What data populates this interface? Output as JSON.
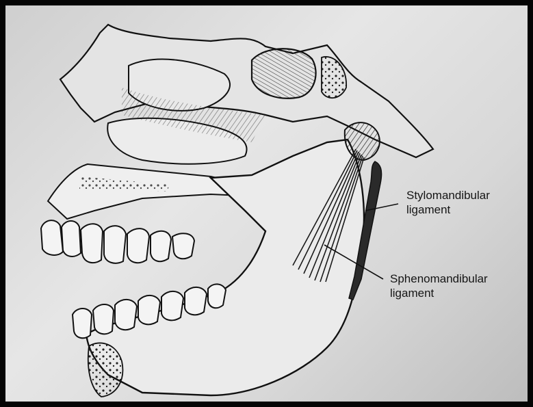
{
  "labels": {
    "stylomandibular": {
      "line1": "Stylomandibular",
      "line2": "ligament"
    },
    "sphenomandibular": {
      "line1": "Sphenomandibular",
      "line2": "ligament"
    }
  },
  "colors": {
    "frame": "#050505",
    "paper": "#dcdcdc",
    "ink": "#151515"
  }
}
